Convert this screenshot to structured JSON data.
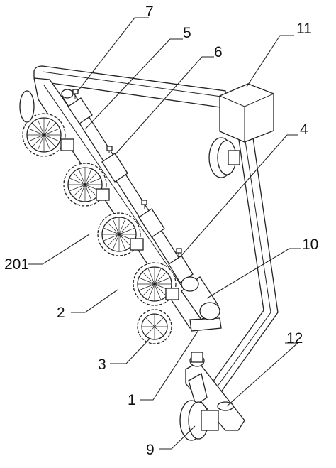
{
  "labels": {
    "l1": "1",
    "l2": "2",
    "l3": "3",
    "l4": "4",
    "l5": "5",
    "l6": "6",
    "l7": "7",
    "l9": "9",
    "l10": "10",
    "l11": "11",
    "l12": "12",
    "l201": "201"
  },
  "colors": {
    "line": "#222222",
    "background": "#ffffff"
  }
}
